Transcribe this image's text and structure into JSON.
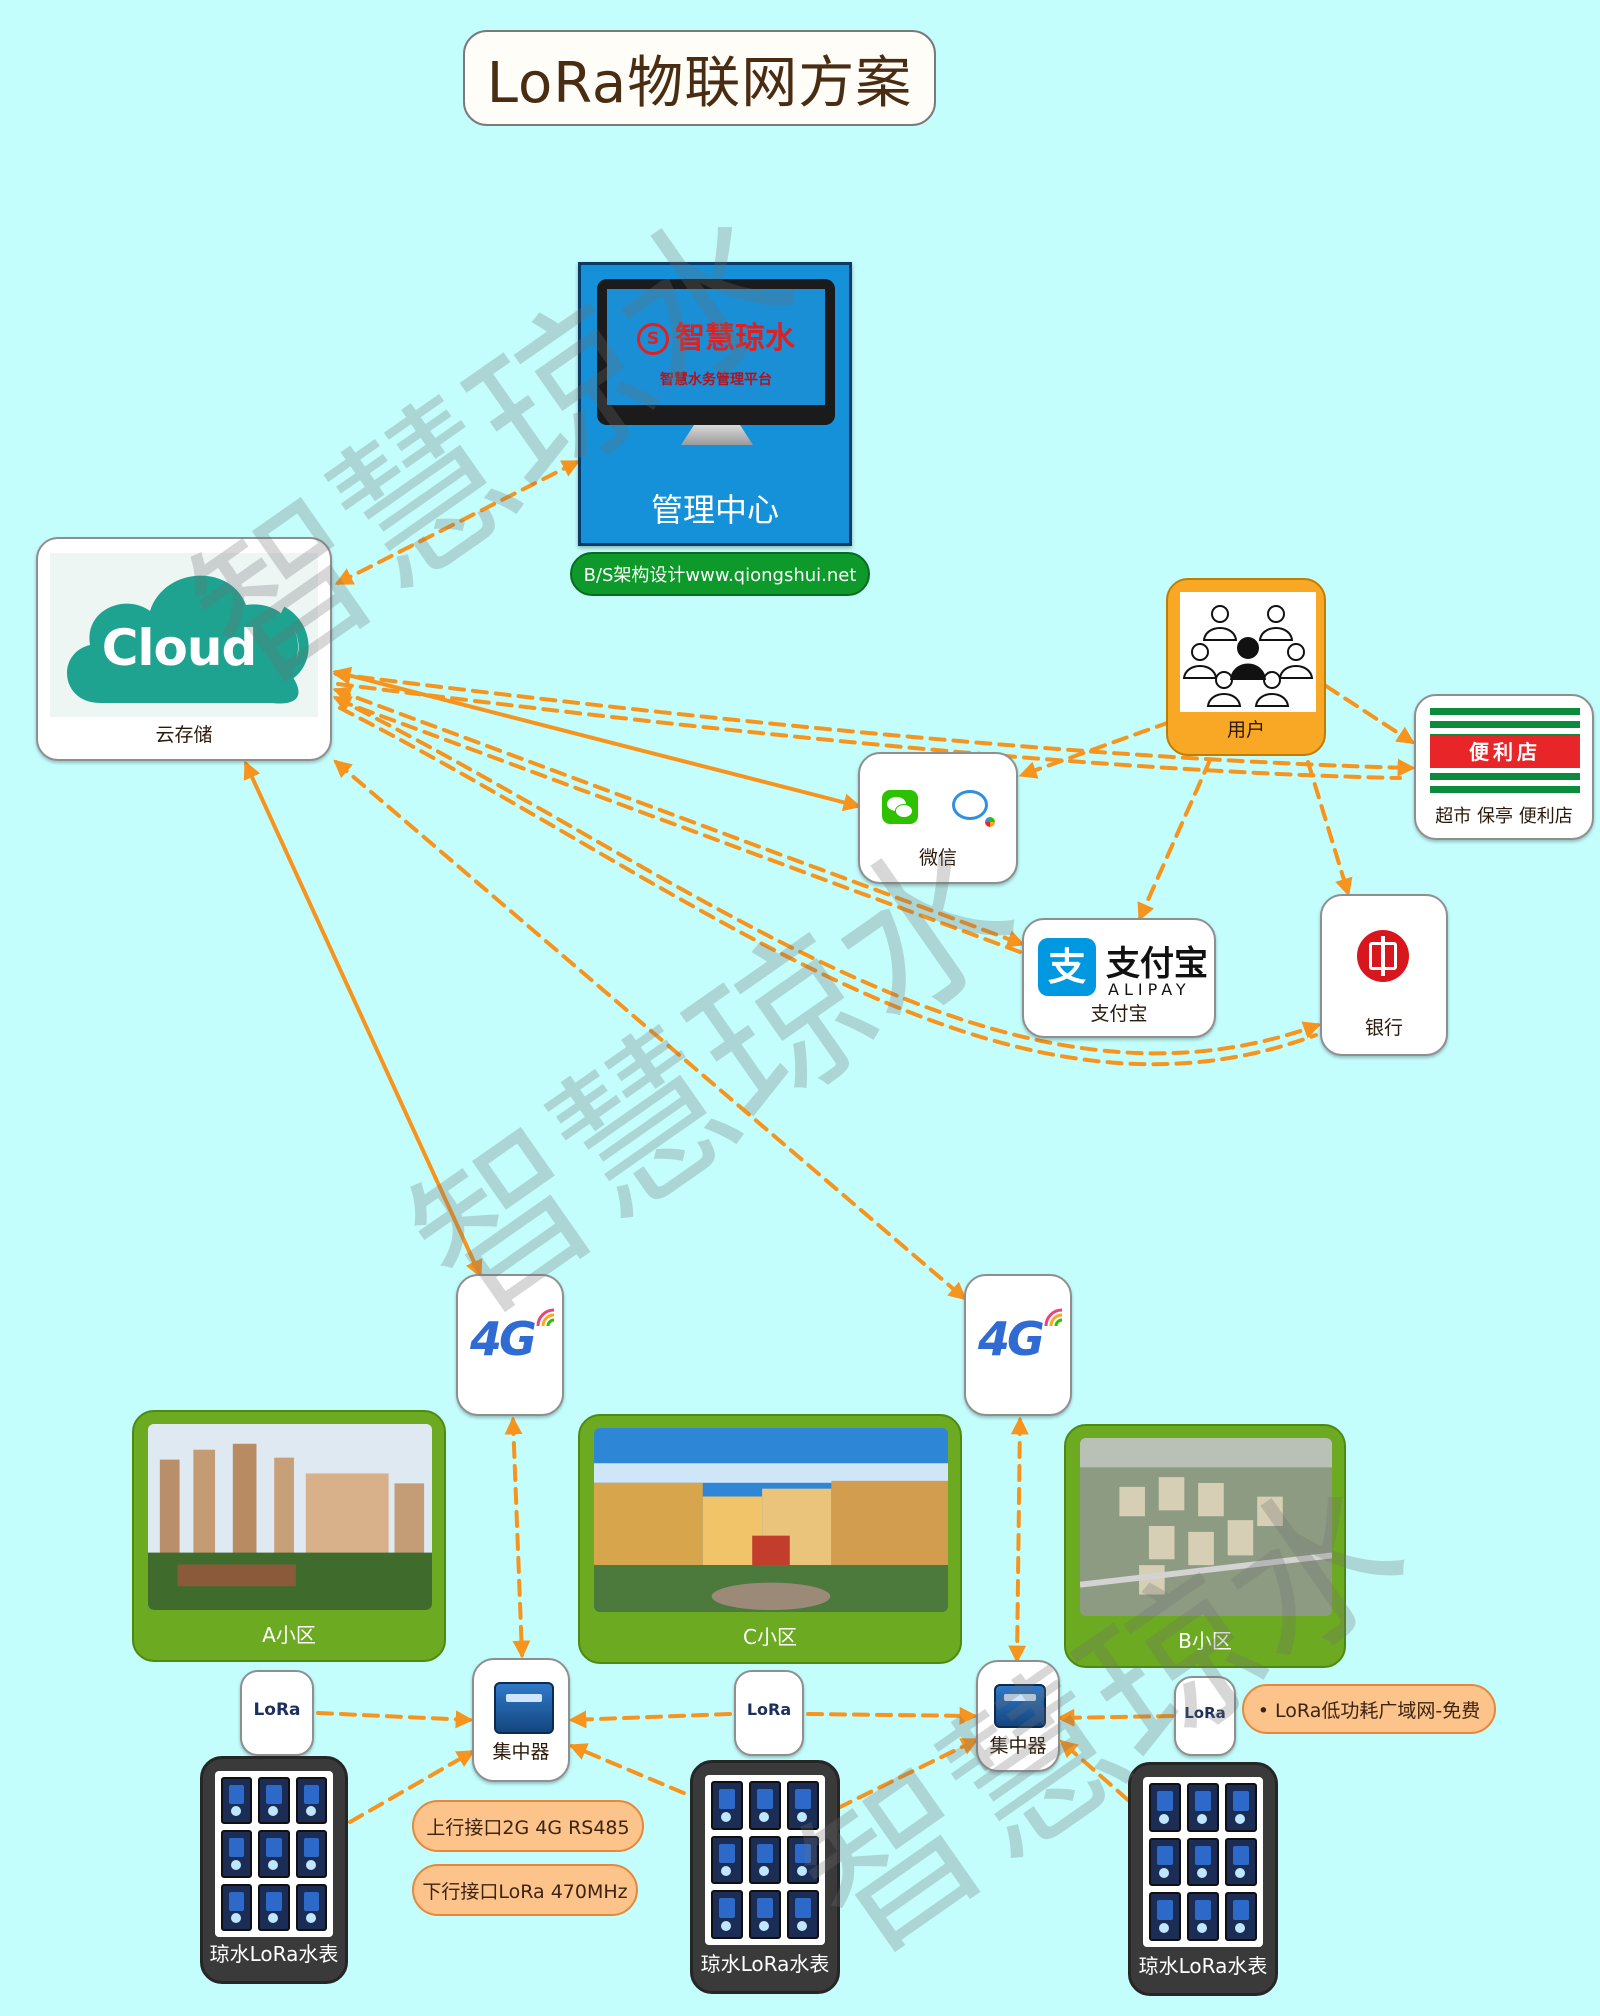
{
  "title": "LoRa物联网方案",
  "watermark": "智慧琼水",
  "colors": {
    "background": "#c3fefd",
    "link": "#f7941d",
    "mgmt_blue": "#1491d9",
    "card_green": "#6caa21",
    "pill": "#fcc38b",
    "brand_red": "#e02020"
  },
  "management": {
    "brand": "智慧琼水",
    "platform": "智慧水务管理平台",
    "label": "管理中心",
    "bs_note": "B/S架构设计www.qiongshui.net"
  },
  "cloud": {
    "logo_text": "Cloud",
    "label": "云存储"
  },
  "users": {
    "label": "用户"
  },
  "store": {
    "logo_text": "便利店",
    "label": "超市 保亭 便利店"
  },
  "wechat": {
    "label": "微信"
  },
  "alipay": {
    "cn": "支付宝",
    "en": "ALIPAY",
    "label": "支付宝"
  },
  "bank": {
    "label": "银行"
  },
  "network_4g": "4G",
  "communities": [
    {
      "label": "A小区"
    },
    {
      "label": "C小区"
    },
    {
      "label": "B小区"
    }
  ],
  "lora_tag": "LoRa",
  "concentrator_label": "集中器",
  "meter_label": "琼水LoRa水表",
  "pills": {
    "lora_free": "• LoRa低功耗广域网-免费",
    "uplink": "上行接口2G  4G  RS485",
    "downlink": "下行接口LoRa  470MHz"
  }
}
